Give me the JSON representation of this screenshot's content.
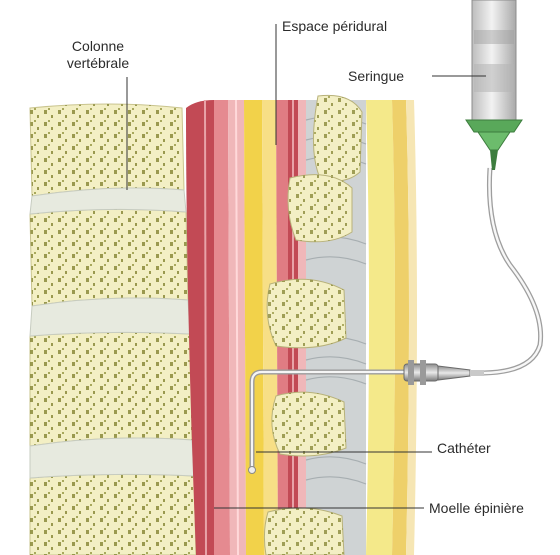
{
  "labels": {
    "colonne_line1": "Colonne",
    "colonne_line2": "vertébrale",
    "espace": "Espace péridural",
    "seringue": "Seringue",
    "catheter": "Cathéter",
    "moelle": "Moelle épinière"
  },
  "colors": {
    "bone": "#f3efc4",
    "bone_dots": "#8a8a3a",
    "disc": "#e7eadf",
    "cord_red": "#c24a55",
    "cord_pink": "#f0b7b9",
    "dura_yellow": "#f2d24a",
    "fat_yellow": "#f4e98a",
    "ligament": "#b8bfc2",
    "syringe_green": "#59a85a",
    "syringe_body": "#d9d9d9"
  }
}
